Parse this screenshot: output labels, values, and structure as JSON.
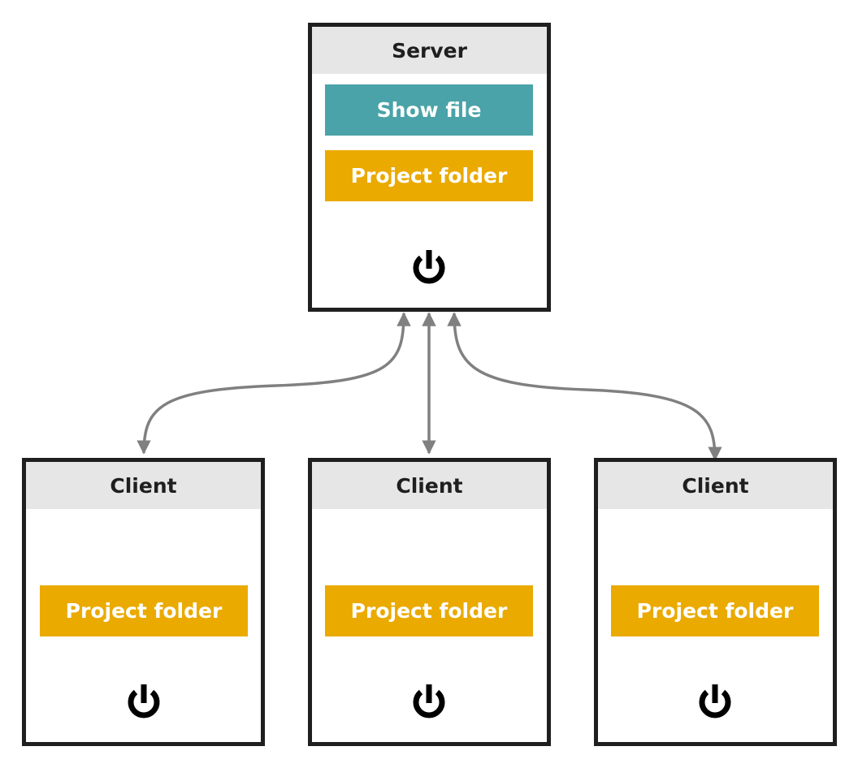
{
  "server": {
    "title": "Server",
    "show_file_label": "Show file",
    "project_folder_label": "Project folder",
    "power_icon": "power-icon"
  },
  "clients": [
    {
      "title": "Client",
      "project_folder_label": "Project folder",
      "power_icon": "power-icon"
    },
    {
      "title": "Client",
      "project_folder_label": "Project folder",
      "power_icon": "power-icon"
    },
    {
      "title": "Client",
      "project_folder_label": "Project folder",
      "power_icon": "power-icon"
    }
  ],
  "colors": {
    "border": "#1f1f1f",
    "header_bg": "#e6e6e6",
    "show_file": "#4aa3a8",
    "project_folder": "#eaaa00",
    "connector": "#808080"
  }
}
